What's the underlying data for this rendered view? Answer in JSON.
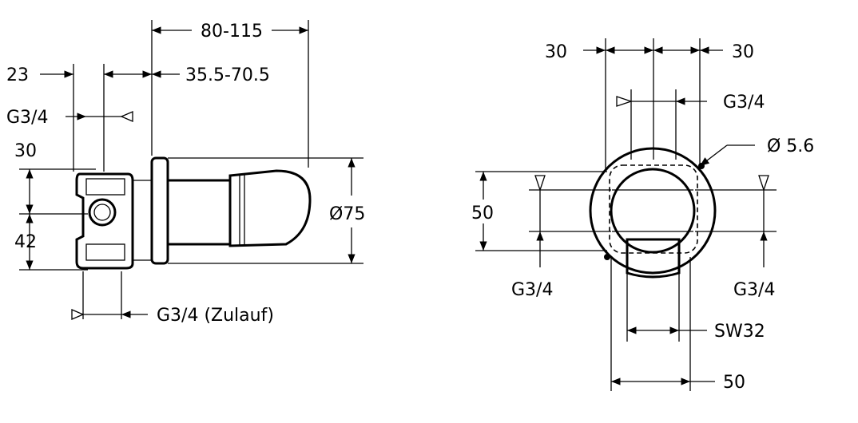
{
  "left_view": {
    "dim_overall": "80-115",
    "dim_left": "23",
    "dim_right": "35.5-70.5",
    "thread_top": "G3/4",
    "dim_upper": "30",
    "dim_lower": "42",
    "diameter": "Ø75",
    "thread_inlet": "G3/4 (Zulauf)"
  },
  "right_view": {
    "dim_top_left": "30",
    "dim_top_right": "30",
    "thread_top": "G3/4",
    "hole_diameter": "Ø 5.6",
    "dim_height": "50",
    "thread_left": "G3/4",
    "thread_right": "G3/4",
    "wrench_size": "SW32",
    "dim_bottom": "50"
  }
}
